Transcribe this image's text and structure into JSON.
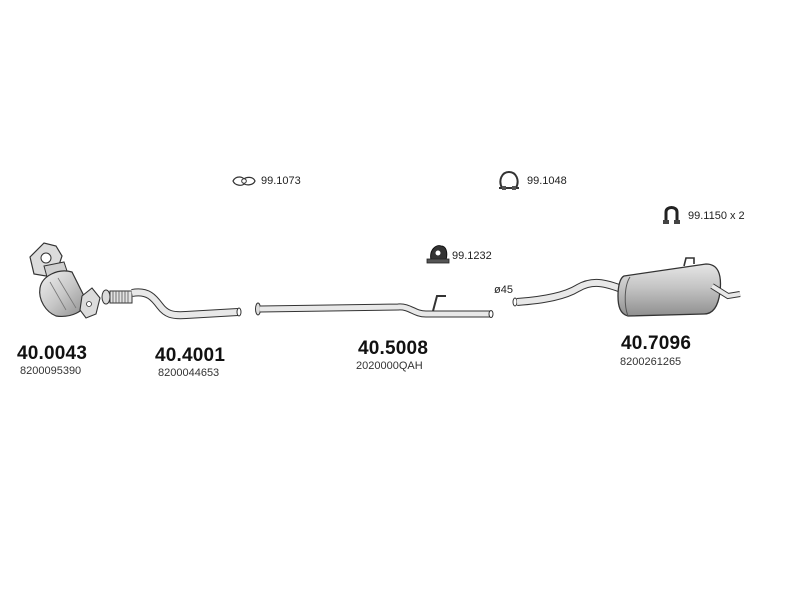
{
  "parts": [
    {
      "id": "catalyst",
      "number": "40.0043",
      "oem": "8200095390"
    },
    {
      "id": "front-pipe",
      "number": "40.4001",
      "oem": "8200044653"
    },
    {
      "id": "middle-pipe",
      "number": "40.5008",
      "oem": "2020000QAH"
    },
    {
      "id": "rear-silencer",
      "number": "40.7096",
      "oem": "8200261265"
    }
  ],
  "accessories": [
    {
      "id": "gasket",
      "number": "99.1073",
      "icon": "gasket-icon"
    },
    {
      "id": "clamp",
      "number": "99.1048",
      "icon": "clamp-icon"
    },
    {
      "id": "hanger",
      "number": "99.1232",
      "icon": "rubber-hanger-icon"
    },
    {
      "id": "mount",
      "number": "99.1150 x 2",
      "icon": "rubber-mount-icon"
    }
  ],
  "diameter_label": "ø45",
  "colors": {
    "outline": "#333333",
    "fill": "#d4d4d4",
    "fill_dark": "#a8a8a8"
  }
}
